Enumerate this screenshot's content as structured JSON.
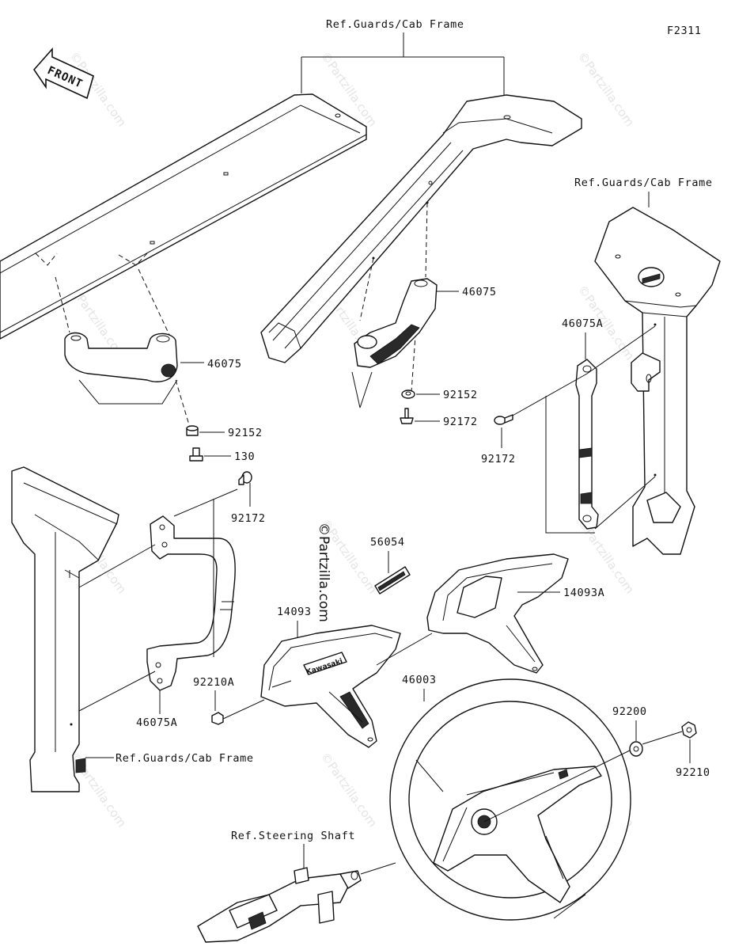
{
  "figure_id": "F2311",
  "front_label": "FRONT",
  "ref_labels": {
    "guards_top": "Ref.Guards/Cab Frame",
    "guards_right": "Ref.Guards/Cab Frame",
    "guards_left": "Ref.Guards/Cab Frame",
    "steering_shaft": "Ref.Steering Shaft"
  },
  "part_numbers": {
    "grip_left": "46075",
    "grip_center": "46075",
    "grip_right": "46075A",
    "grip_left_lower": "46075A",
    "collar_left": "92152",
    "collar_center": "92152",
    "bolt_130": "130",
    "screw_left": "92172",
    "screw_center": "92172",
    "screw_right": "92172",
    "emblem": "56054",
    "cover": "14093",
    "cover_a": "14093A",
    "nut_a": "92210A",
    "steering_wheel": "46003",
    "washer": "92200",
    "nut": "92210"
  },
  "watermark": "©Partzilla.com",
  "logo_text": "Kawasaki"
}
